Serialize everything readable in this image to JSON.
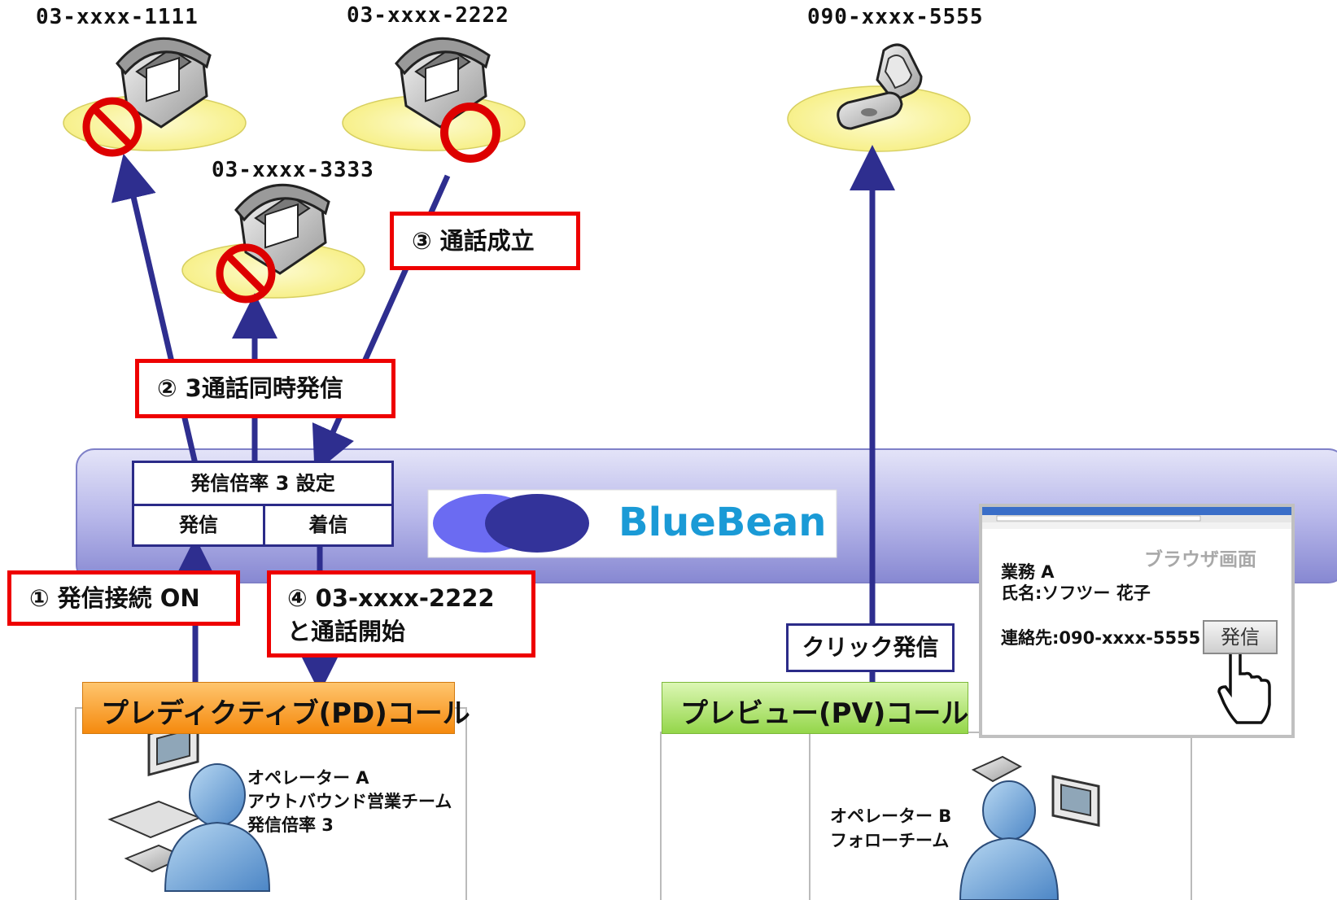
{
  "phones": {
    "p1111": "03-xxxx-1111",
    "p2222": "03-xxxx-2222",
    "p3333": "03-xxxx-3333",
    "p5555": "090-xxxx-5555"
  },
  "steps": {
    "s1": "① 発信接続 ON",
    "s2": "② 3通話同時発信",
    "s3": "③ 通話成立",
    "s4_line1": "④ 03-xxxx-2222",
    "s4_line2": "と通話開始"
  },
  "setting": {
    "title": "発信倍率 3 設定",
    "outgoing": "発信",
    "incoming": "着信"
  },
  "logo": "BlueBean",
  "click_call": "クリック発信",
  "pd": {
    "title": "プレディクティブ(PD)コール",
    "op_line1": "オペレーター A",
    "op_line2": "アウトバウンド営業チーム",
    "op_line3": "発信倍率 3"
  },
  "pv": {
    "title": "プレビュー(PV)コール",
    "op_line1": "オペレーター B",
    "op_line2": "フォローチーム"
  },
  "browser": {
    "caption": "ブラウザ画面",
    "job": "業務 A",
    "name": "氏名:ソフツー 花子",
    "contact": "連絡先:090-xxxx-5555",
    "call_button": "発信"
  },
  "colors": {
    "arrow": "#2e2e8f",
    "band_top": "#dcdcf4",
    "band_bottom": "#8f90d8",
    "pd_orange": "#f7941d",
    "pv_green": "#a6e05a",
    "red": "#ee0000",
    "ellipse": "#fbf6a6"
  }
}
